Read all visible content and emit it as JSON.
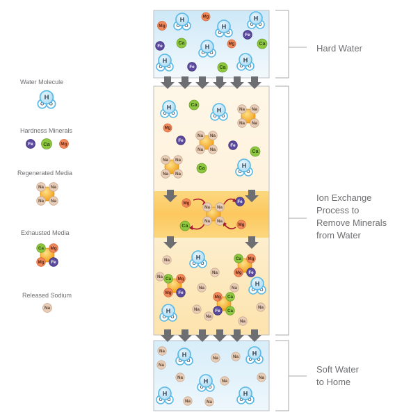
{
  "legend": {
    "water_molecule": "Water Molecule",
    "hardness_minerals": "Hardness Minerals",
    "regenerated_media": "Regenerated Media",
    "exhausted_media": "Exhausted Media",
    "released_sodium": "Released Sodium"
  },
  "stages": {
    "hard_water": "Hard Water",
    "ion_exchange_line1": "Ion Exchange",
    "ion_exchange_line2": "Process to",
    "ion_exchange_line3": "Remove Minerals",
    "ion_exchange_line4": "from Water",
    "soft_water_line1": "Soft Water",
    "soft_water_line2": "to Home"
  },
  "atoms": {
    "hydrogen": "H",
    "oxygen": "O",
    "sodium": "Na",
    "calcium": "Ca",
    "magnesium": "Mg",
    "iron": "Fe"
  },
  "colors": {
    "water_blue": "#57b8e6",
    "sodium": "#e8cdb8",
    "calcium": "#8dc63f",
    "magnesium": "#f08a5d",
    "iron": "#5b4a9e",
    "media_core": "#f7a51c",
    "arrow_gray": "#6d6e71",
    "exchange_arrow": "#a6192e"
  }
}
